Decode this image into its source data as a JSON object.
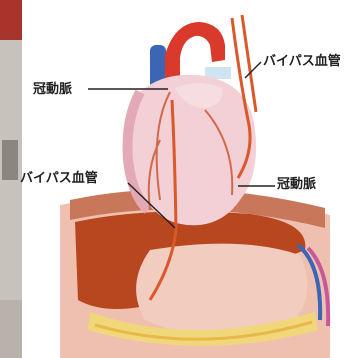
{
  "labels": {
    "bypass_top": "バイパス血管",
    "coronary_left": "冠動脈",
    "bypass_left": "バイパス血管",
    "coronary_right": "冠動脈"
  },
  "colors": {
    "heart": "#f3cfd6",
    "aorta": "#d93a2b",
    "vena_cava": "#3b66b3",
    "bypass_vessel": "#d9592a",
    "diaphragm": "#c9775a",
    "liver": "#b8461f",
    "stomach": "#f2cdbf",
    "fat": "#f2d77a"
  }
}
